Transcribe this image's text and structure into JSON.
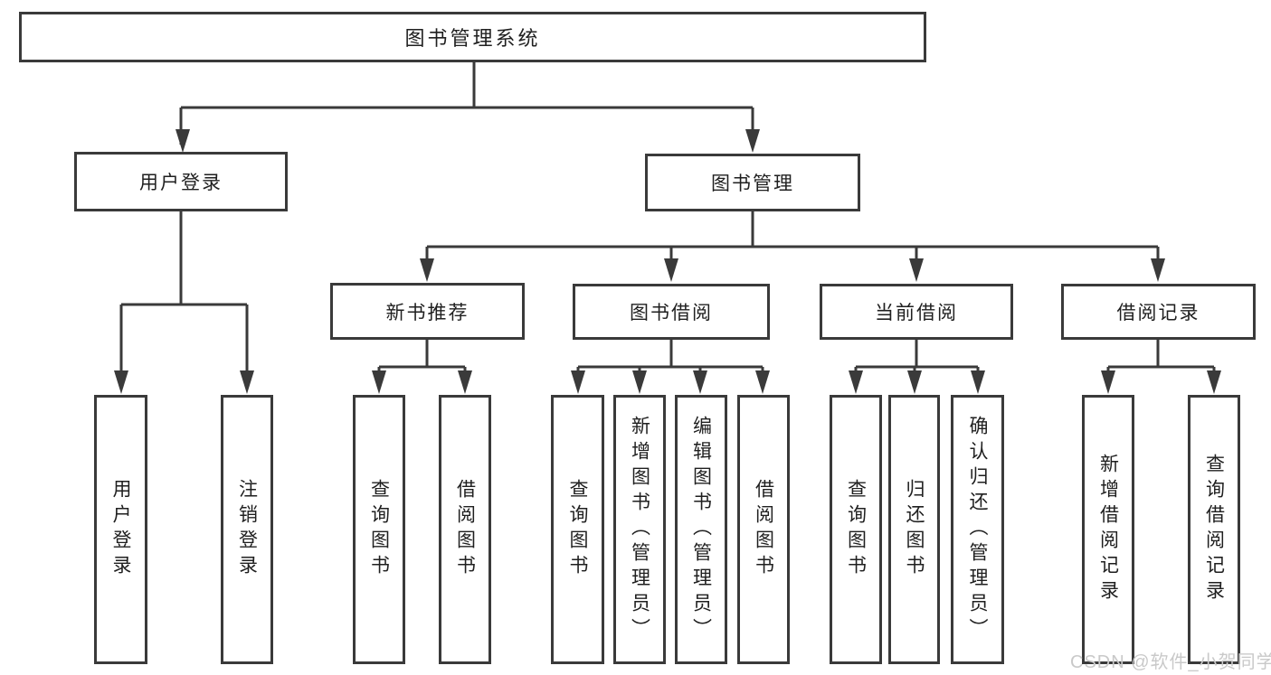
{
  "diagram": {
    "root": {
      "label": "图书管理系统"
    },
    "level2": [
      {
        "label": "用户登录"
      },
      {
        "label": "图书管理"
      }
    ],
    "level3": [
      {
        "label": "新书推荐"
      },
      {
        "label": "图书借阅"
      },
      {
        "label": "当前借阅"
      },
      {
        "label": "借阅记录"
      }
    ],
    "leaves": {
      "g1": [
        "用户登录",
        "注销登录"
      ],
      "g2": [
        "查询图书",
        "借阅图书"
      ],
      "g3": [
        "查询图书",
        "新增图书（管理员）",
        "编辑图书（管理员）",
        "借阅图书"
      ],
      "g4": [
        "查询图书",
        "归还图书",
        "确认归还（管理员）"
      ],
      "g5": [
        "新增借阅记录",
        "查询借阅记录"
      ]
    },
    "watermark": "CSDN @软件_小贺同学",
    "colors": {
      "line": "#3a3a3a",
      "text": "#1f1f1f",
      "watermark": "#c9c9c9",
      "background": "#ffffff"
    }
  }
}
